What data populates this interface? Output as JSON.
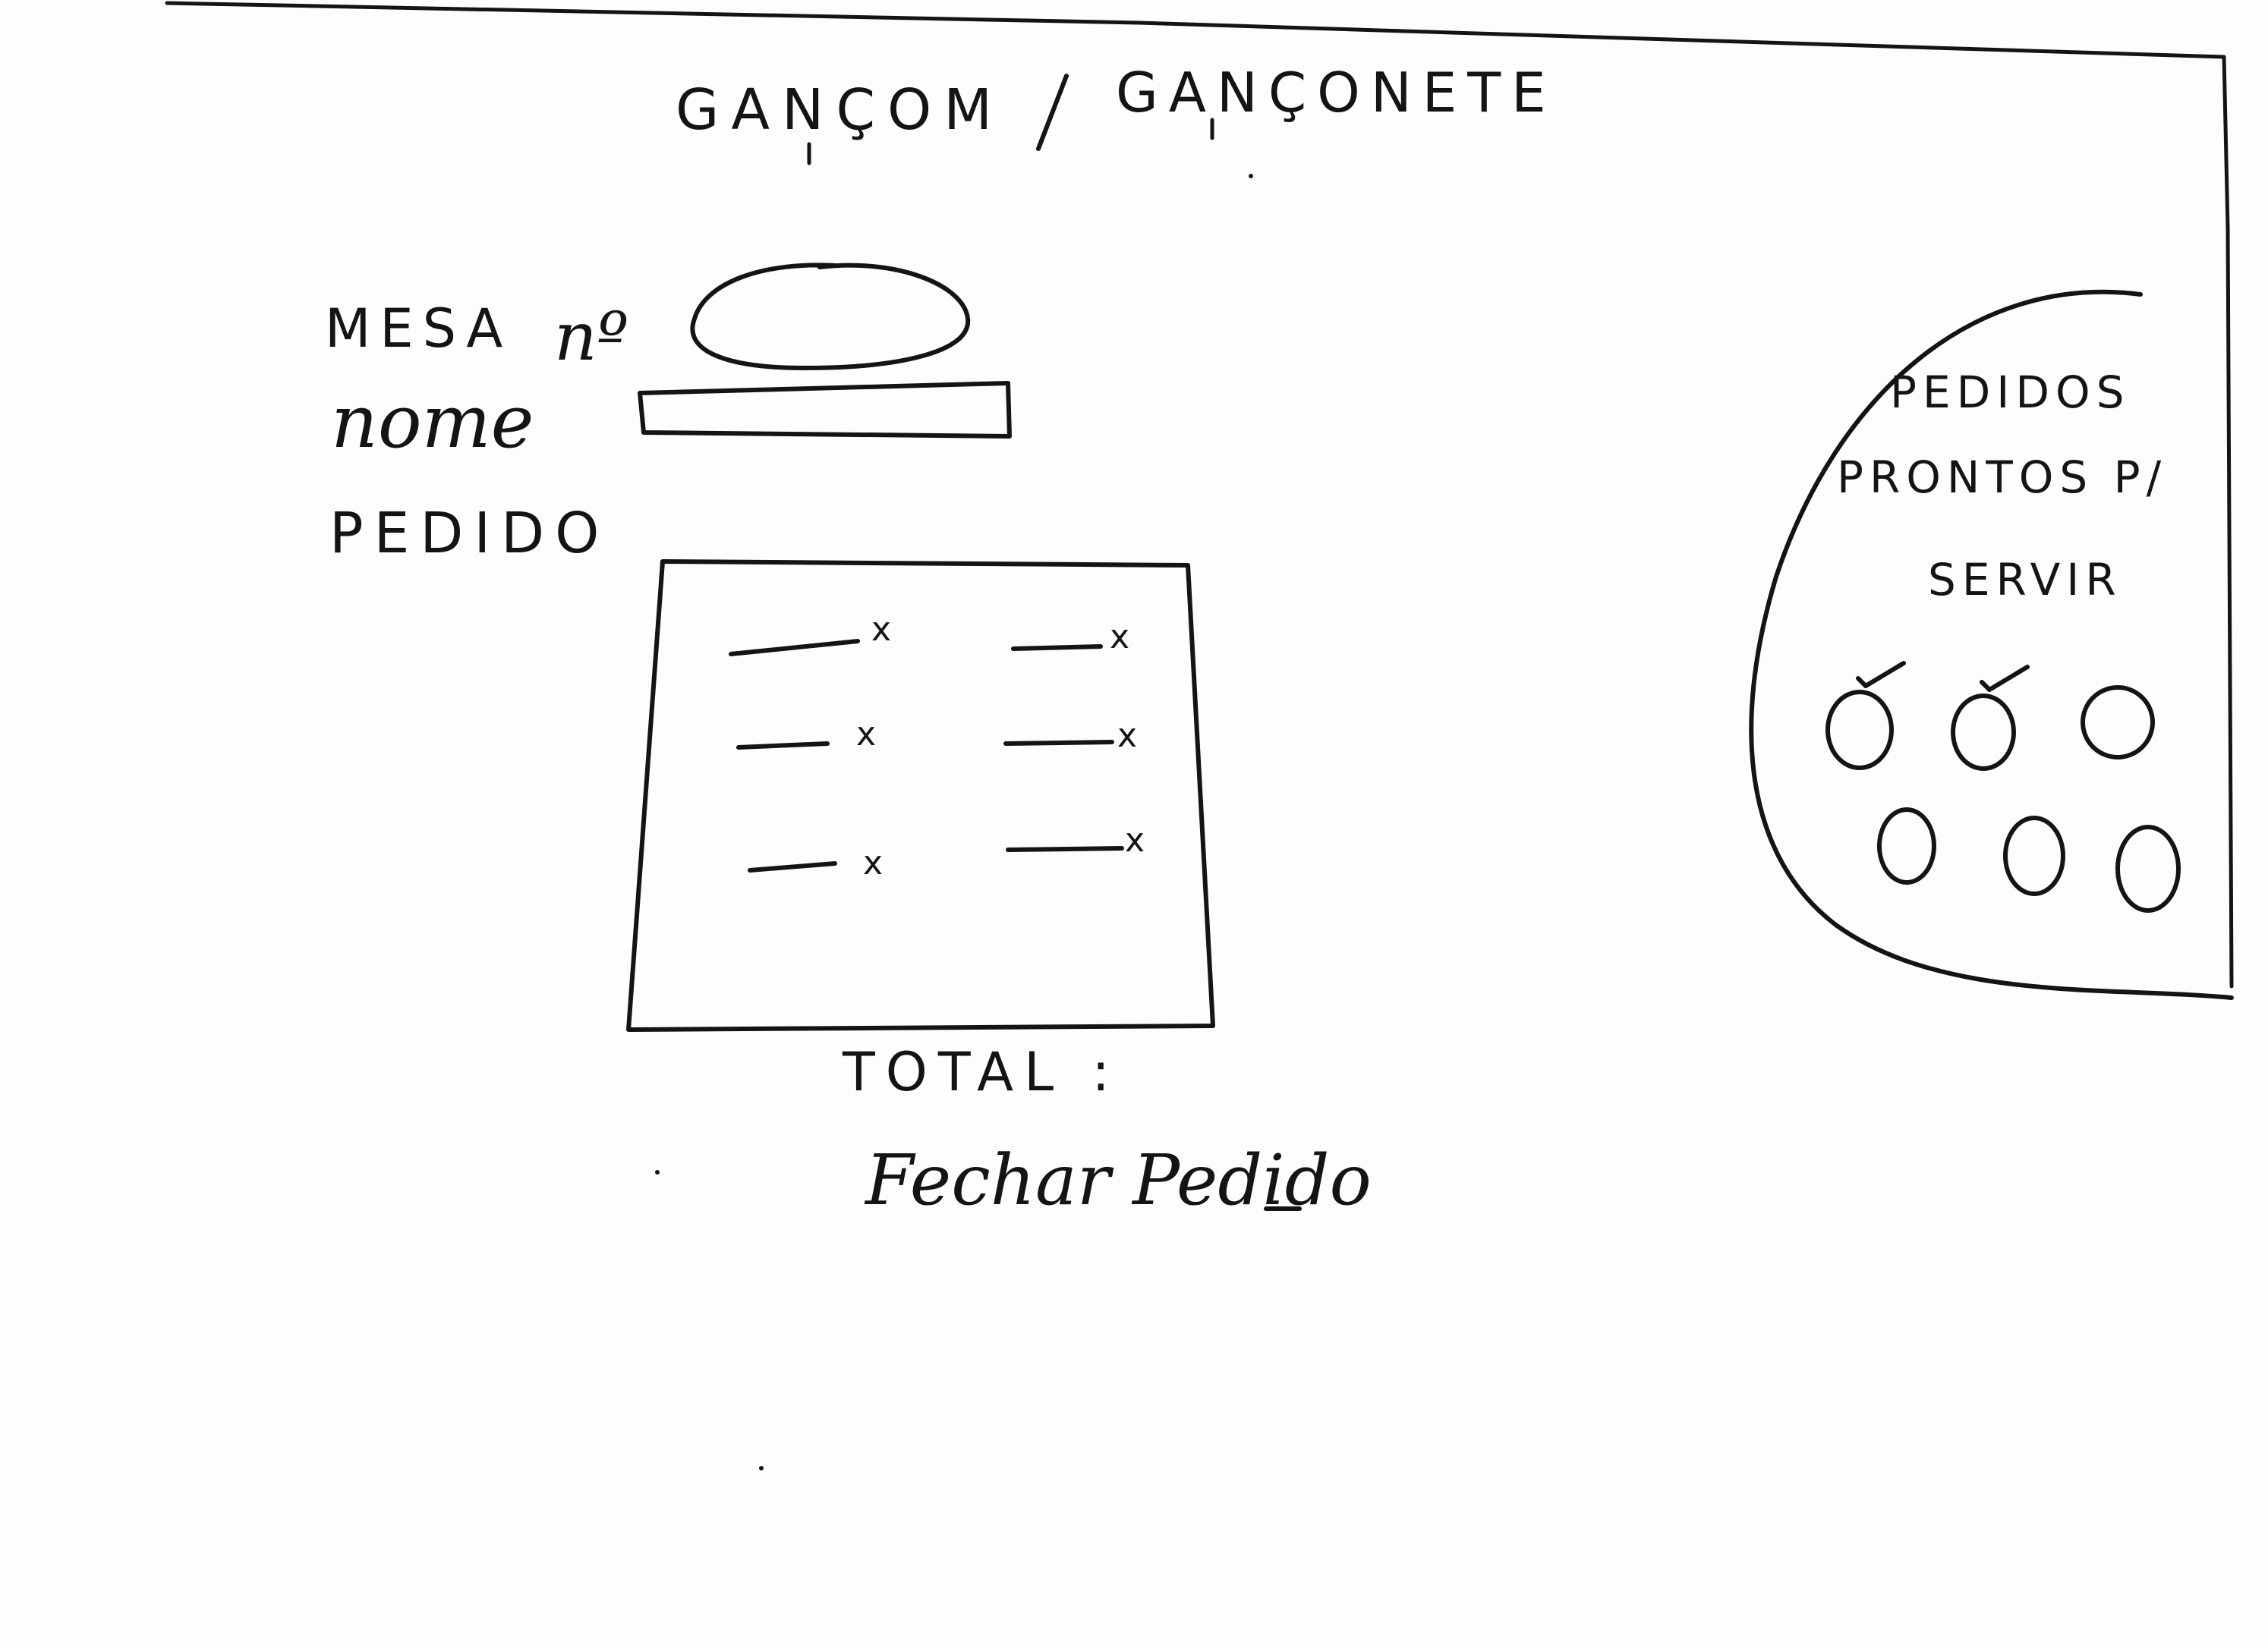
{
  "title": {
    "left": "GANÇOM",
    "separator": "/",
    "right": "GANÇONETE"
  },
  "form": {
    "table_label": "MESA",
    "table_number_label": "nº",
    "name_label": "nome",
    "order_label": "PEDIDO"
  },
  "order_items": [
    {
      "mark": "x"
    },
    {
      "mark": "x"
    },
    {
      "mark": "x"
    },
    {
      "mark": "x"
    },
    {
      "mark": "x"
    },
    {
      "mark": "x"
    }
  ],
  "total_label": "TOTAL :",
  "close_order_label": "Fechar Pedido",
  "ready_panel": {
    "line1": "PEDIDOS",
    "line2": "PRONTOS P/",
    "line3": "SERVIR",
    "orders": [
      {
        "checked": true
      },
      {
        "checked": true
      },
      {
        "checked": false
      },
      {
        "checked": false
      },
      {
        "checked": false
      },
      {
        "checked": false
      }
    ]
  },
  "ink_color": "#141414",
  "paper_color": "#fdfdfd"
}
